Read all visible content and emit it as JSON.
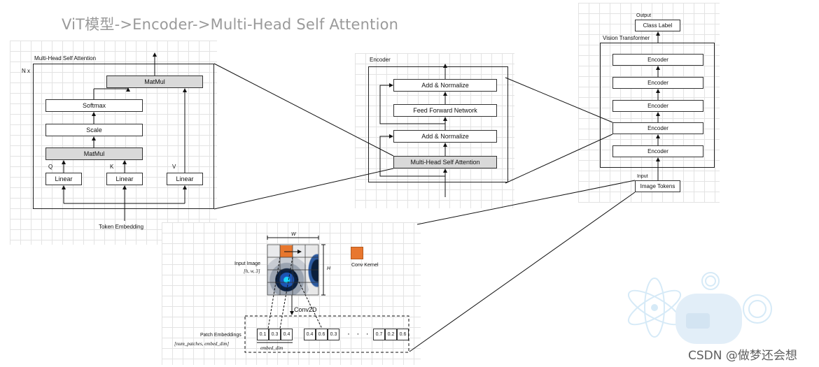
{
  "title": "ViT模型->Encoder->Multi-Head Self Attention",
  "mhsa": {
    "title": "Multi-Head Self Attention",
    "repeat": "N x",
    "matmul_top": "MatMul",
    "softmax": "Softmax",
    "scale": "Scale",
    "matmul_bottom": "MatMul",
    "q": "Q",
    "k": "K",
    "v": "V",
    "linear": "Linear",
    "token_embedding": "Token Embedding"
  },
  "encoder": {
    "title": "Encoder",
    "add_norm": "Add & Normalize",
    "ffn": "Feed Forward Network",
    "mhsa": "Multi-Head Self Attention"
  },
  "vit": {
    "output": "Output",
    "class_label": "Class Label",
    "title": "Vision Transformer",
    "encoder": "Encoder",
    "input": "Input",
    "image_tokens": "Image Tokens"
  },
  "patch": {
    "w": "W",
    "h": "H",
    "input_image": "Input Image",
    "input_shape": "[h, w, 3]",
    "conv_kernel": "Conv Kernel",
    "conv2d": "Conv2D",
    "patch_embeddings": "Patch Embeddings",
    "patch_shape": "[num_patches, embed_dim]",
    "embed_dim": "embed_dim",
    "group1": [
      "0.1",
      "0.3",
      "0.4"
    ],
    "group2": [
      "0.4",
      "0.6",
      "0.3"
    ],
    "dots": "· · ·",
    "group3": [
      "0.7",
      "0.2",
      "0.6"
    ],
    "kernel_color": "#e8772e"
  },
  "watermark": "CSDN @做梦还会想"
}
